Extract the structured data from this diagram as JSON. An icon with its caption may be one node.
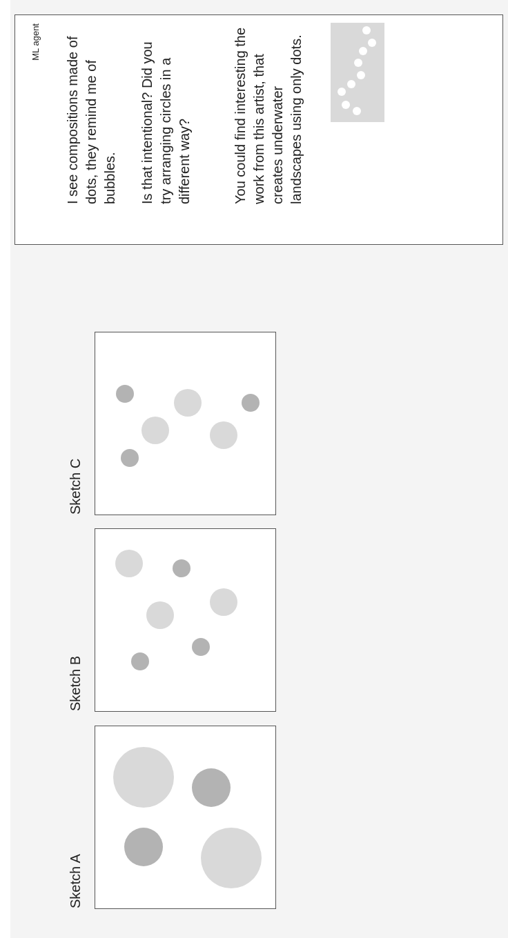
{
  "diagram": {
    "nodes": [
      {
        "text": [
          "Sketch A"
        ]
      },
      {
        "text": [
          "Sketch B"
        ]
      },
      {
        "text": [
          "Sketch C"
        ]
      },
      {
        "text": [
          "ML agent",
          "I see compositions made of dots, they remind me of bubbles.",
          "Is that intentional? Did you try arranging circles in a different way?",
          "You could find interesting the work from this artist, that creates underwater landscapes using only dots."
        ]
      }
    ]
  }
}
